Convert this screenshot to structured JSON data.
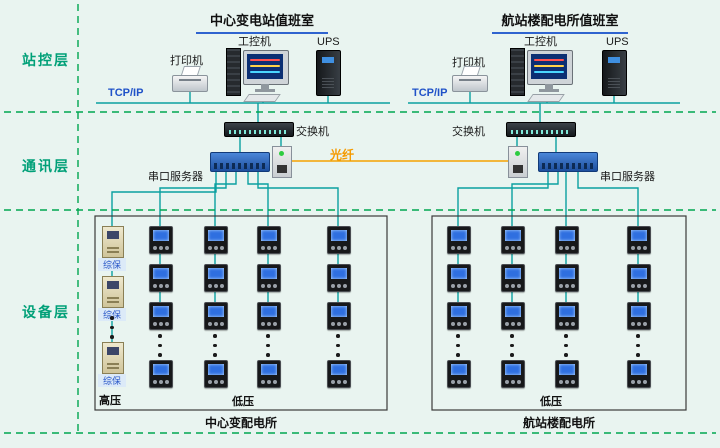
{
  "diagram": {
    "layers": {
      "station": "站控层",
      "comm": "通讯层",
      "device": "设备层"
    },
    "rooms": {
      "left": {
        "title": "中心变电站值班室",
        "printer": "打印机",
        "pc": "工控机",
        "ups": "UPS",
        "tcpip": "TCP/IP",
        "switch_label": "交换机",
        "serial_label": "串口服务器"
      },
      "right": {
        "title": "航站楼配电所值班室",
        "printer": "打印机",
        "pc": "工控机",
        "ups": "UPS",
        "tcpip": "TCP/IP",
        "switch_label": "交换机",
        "serial_label": "串口服务器"
      }
    },
    "fiber_label": "光纤",
    "substations": {
      "left": {
        "caption": "中心变配电所",
        "hv_label": "高压",
        "lv_label": "低压",
        "protection_label": "综保"
      },
      "right": {
        "caption": "航站楼配电所",
        "lv_label": "低压"
      }
    },
    "colors": {
      "wire": "#0aa0a0",
      "separator": "#00a651",
      "fiber": "#f5a100",
      "tcp_blue": "#2052c8",
      "layer_green": "#00a078"
    }
  }
}
